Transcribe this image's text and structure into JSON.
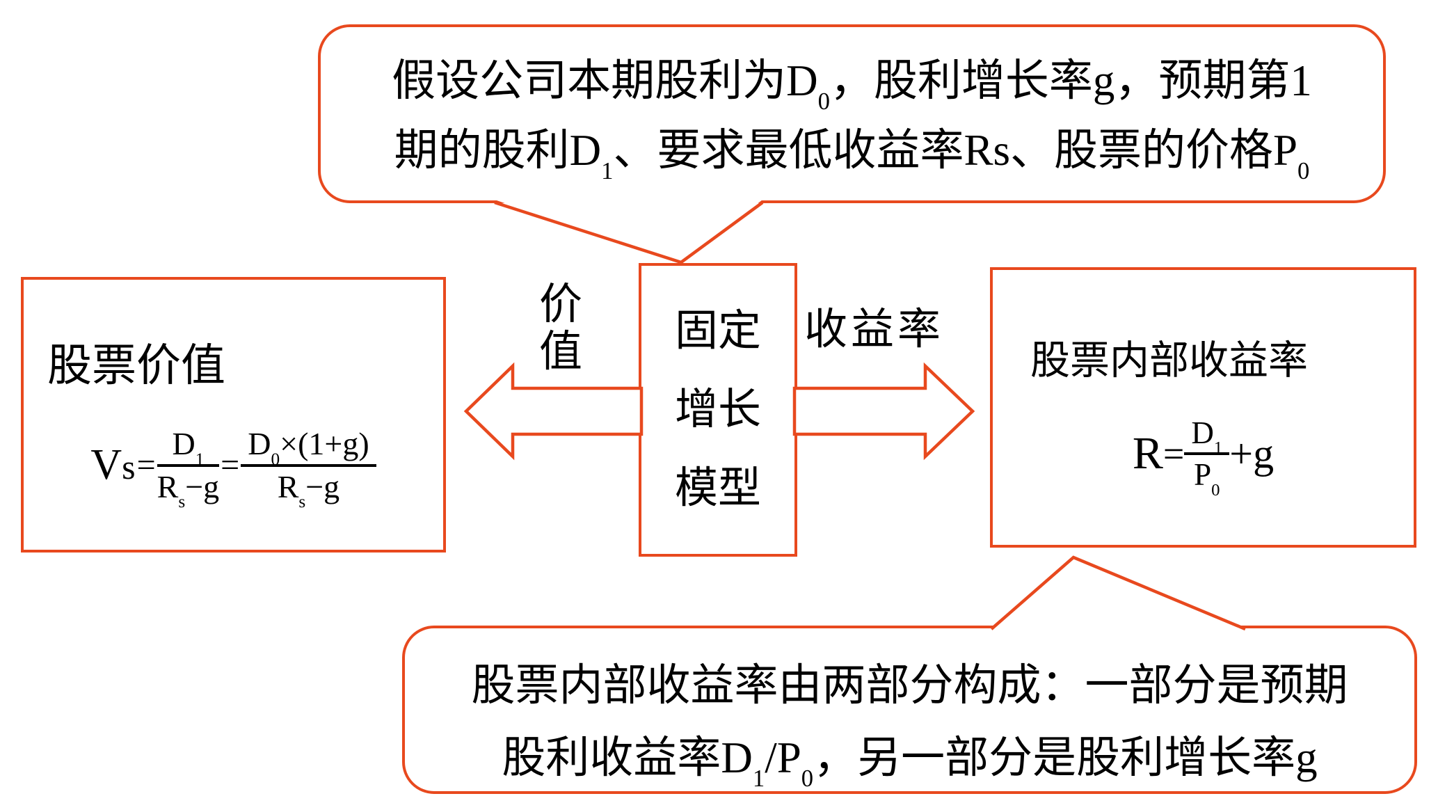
{
  "colors": {
    "accent": "#e8491e",
    "text": "#000000",
    "background": "#ffffff"
  },
  "top_callout": {
    "line1": {
      "t1": "假设公司本期股利为D",
      "sub1": "0",
      "t2": "，股利增长率g，预期第1"
    },
    "line2": {
      "t1": "期的股利D",
      "sub1": "1",
      "t2": "、要求最低收益率Rs、股票的价格P",
      "sub2": "0"
    }
  },
  "center_box": {
    "line1": "固定",
    "line2": "增长",
    "line3": "模型"
  },
  "left_arrow_label": {
    "char1": "价",
    "char2": "值"
  },
  "right_arrow_label": {
    "text": "收益率"
  },
  "left_box": {
    "title": "股票价值",
    "formula": {
      "lead_v": "V",
      "lead_s": "s",
      "eq1": "=",
      "frac1_num_base": "D",
      "frac1_num_sub": "1",
      "frac1_den_base": "R",
      "frac1_den_sub": "s",
      "frac1_den_rest": "−g",
      "eq2": "=",
      "frac2_num_base": "D",
      "frac2_num_sub": "0",
      "frac2_num_rest": "×(1+g)",
      "frac2_den_base": "R",
      "frac2_den_sub": "s",
      "frac2_den_rest": "−g"
    }
  },
  "right_box": {
    "title": "股票内部收益率",
    "formula": {
      "lead": "R",
      "eq": "=",
      "num_base": "D",
      "num_sub": "1",
      "den_base": "P",
      "den_sub": "0",
      "tail": "+g"
    }
  },
  "bottom_callout": {
    "line1": "股票内部收益率由两部分构成：一部分是预期",
    "line2": {
      "t1": "股利收益率D",
      "sub1": "1",
      "t2": "/P",
      "sub2": "0",
      "t3": "，另一部分是股利增长率g"
    }
  }
}
